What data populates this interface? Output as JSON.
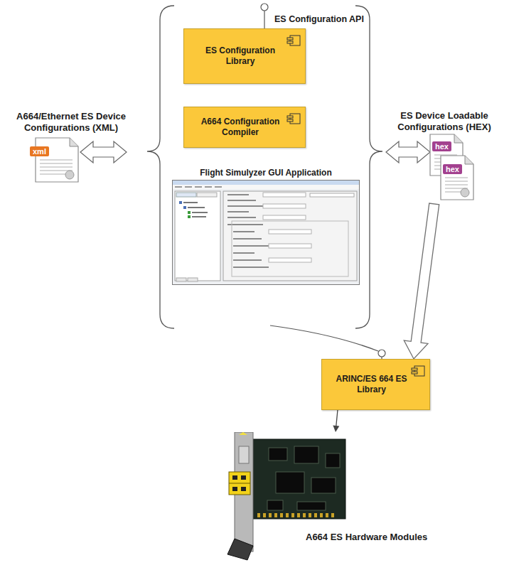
{
  "diagram": {
    "nodes": [
      {
        "text": [
          "ES Configuration Library"
        ]
      },
      {
        "text": [
          "A664 Configuration Compiler"
        ]
      },
      {
        "text": [
          "Flight Simulyzer GUI Application"
        ]
      },
      {
        "text": [
          "A664/Ethernet ES Device Configurations (XML)",
          "xml"
        ]
      },
      {
        "text": [
          "ES Device Loadable Configurations (HEX)",
          "hex",
          "hex"
        ]
      },
      {
        "text": [
          "ARINC/ES 664 ES Library"
        ]
      },
      {
        "text": [
          "A664 ES Hardware Modules"
        ]
      }
    ],
    "edges": [
      {
        "from": 4,
        "to": 5,
        "arrow": "to"
      },
      {
        "from": 5,
        "to": 6,
        "arrow": "to"
      }
    ],
    "labels": [
      "ES Configuration API"
    ]
  }
}
